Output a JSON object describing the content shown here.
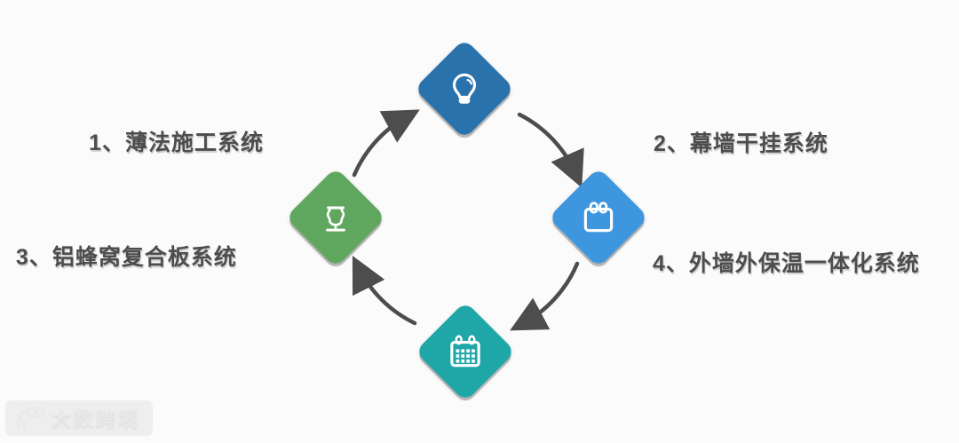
{
  "background": "#fbfbfb",
  "cycle": {
    "type": "cycle-diagram",
    "direction": "clockwise",
    "arrow_color": "#4d4d4d",
    "label_color": "#4d4d4d",
    "nodes": [
      {
        "position": "top",
        "icon": "lightbulb-icon",
        "color": "#2a72ac"
      },
      {
        "position": "right",
        "icon": "calendar-icon",
        "color": "#3e97de"
      },
      {
        "position": "bottom",
        "icon": "calendar-grid-icon",
        "color": "#1fa7a7"
      },
      {
        "position": "left",
        "icon": "vase-icon",
        "color": "#5fa75f"
      }
    ],
    "labels": [
      {
        "text": "1、薄法施工系统",
        "position": "top-left"
      },
      {
        "text": "2、幕墙干挂系统",
        "position": "top-right"
      },
      {
        "text": "3、铝蜂窝复合板系统",
        "position": "bottom-left"
      },
      {
        "text": "4、外墙外保温一体化系统",
        "position": "bottom-right"
      }
    ]
  },
  "watermark": {
    "logo": "100-logo-icon",
    "text": "大数跨境",
    "color": "#e9e9e9"
  }
}
